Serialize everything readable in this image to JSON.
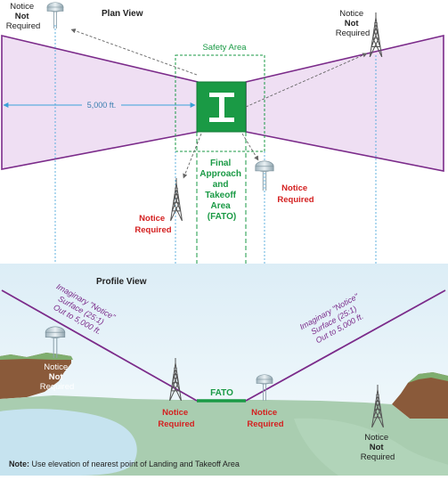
{
  "plan_view": {
    "title": "Plan View",
    "safety_area": "Safety Area",
    "distance": "5,000 ft.",
    "heliport_symbol": "H",
    "fato_lines": [
      "Final",
      "Approach",
      "and",
      "Takeoff",
      "Area",
      "(FATO)"
    ],
    "notice_not_required_left": [
      "Notice",
      "Not",
      "Required"
    ],
    "notice_not_required_right": [
      "Notice",
      "Not",
      "Required"
    ],
    "notice_required_left": [
      "Notice",
      "Required"
    ],
    "notice_required_right": [
      "Notice",
      "Required"
    ]
  },
  "profile_view": {
    "title": "Profile View",
    "surface_left": [
      "Imaginary \"Notice\"",
      "Surface (25:1)",
      "Out to 5,000 ft."
    ],
    "surface_right": [
      "Imaginary \"Notice\"",
      "Surface (25:1)",
      "Out to 5,000 ft."
    ],
    "fato_label": "FATO",
    "notice_not_required_left": [
      "Notice",
      "Not",
      "Required"
    ],
    "notice_not_required_right": [
      "Notice",
      "Not",
      "Required"
    ],
    "notice_required_left": [
      "Notice",
      "Required"
    ],
    "notice_required_right": [
      "Notice",
      "Required"
    ],
    "note_bold": "Note:",
    "note_text": " Use elevation of nearest point of Landing and Takeoff Area"
  },
  "colors": {
    "purple": "#7b2b8a",
    "purple_fill": "#efdff3",
    "green": "#1a9a45",
    "red": "#d42020",
    "blue_guide": "#3aa0d8",
    "sky": "#d6ecf5",
    "ground": "#a9cdb0",
    "water": "#c6e3ef"
  }
}
